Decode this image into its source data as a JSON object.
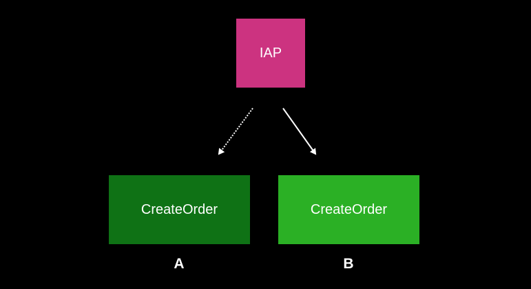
{
  "nodes": {
    "iap": {
      "label": "IAP",
      "color": "#cc3380"
    },
    "option_a": {
      "label": "CreateOrder",
      "color": "#0f7215"
    },
    "option_b": {
      "label": "CreateOrder",
      "color": "#2bb025"
    }
  },
  "option_labels": {
    "a": "A",
    "b": "B"
  },
  "edges": [
    {
      "from": "IAP",
      "to": "A",
      "style": "dotted"
    },
    {
      "from": "IAP",
      "to": "B",
      "style": "solid"
    }
  ],
  "colors": {
    "background": "#000000",
    "text": "#ffffff",
    "arrow": "#ffffff"
  }
}
